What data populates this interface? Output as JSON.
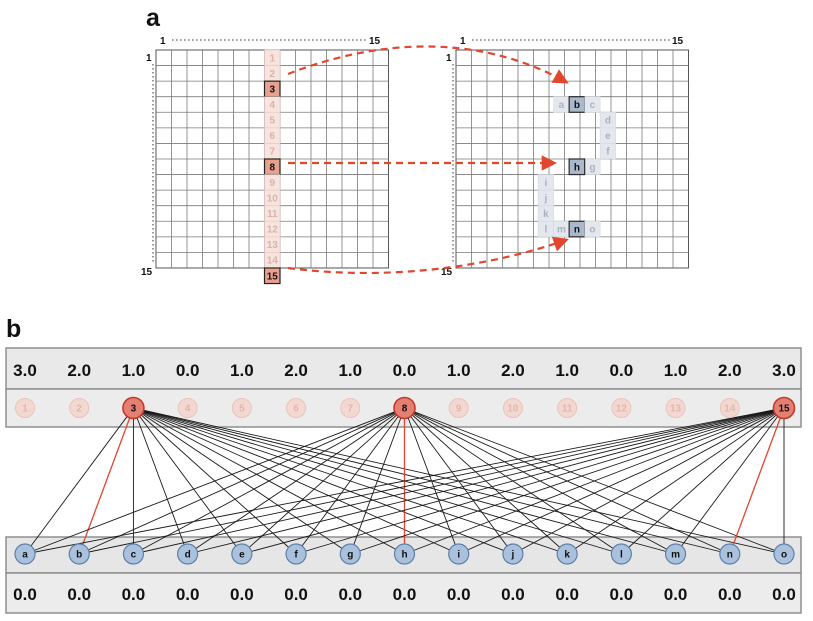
{
  "panel_a": {
    "label": "a",
    "axis": {
      "start": "1",
      "end": "15"
    },
    "left_column": [
      "1",
      "2",
      "3",
      "4",
      "5",
      "6",
      "7",
      "8",
      "9",
      "10",
      "11",
      "12",
      "13",
      "14",
      "15"
    ],
    "highlighted": [
      "3",
      "8",
      "15"
    ],
    "right_letters": [
      "a",
      "b",
      "c",
      "d",
      "e",
      "f",
      "g",
      "h",
      "i",
      "j",
      "k",
      "l",
      "m",
      "n",
      "o"
    ],
    "targets": [
      "b",
      "h",
      "n"
    ]
  },
  "panel_b": {
    "label": "b",
    "top_values": [
      "3.0",
      "2.0",
      "1.0",
      "0.0",
      "1.0",
      "2.0",
      "1.0",
      "0.0",
      "1.0",
      "2.0",
      "1.0",
      "0.0",
      "1.0",
      "2.0",
      "3.0"
    ],
    "top_nodes": [
      "1",
      "2",
      "3",
      "4",
      "5",
      "6",
      "7",
      "8",
      "9",
      "10",
      "11",
      "12",
      "13",
      "14",
      "15"
    ],
    "active_nodes": [
      "3",
      "8",
      "15"
    ],
    "bottom_nodes": [
      "a",
      "b",
      "c",
      "d",
      "e",
      "f",
      "g",
      "h",
      "i",
      "j",
      "k",
      "l",
      "m",
      "n",
      "o"
    ],
    "bottom_values": [
      "0.0",
      "0.0",
      "0.0",
      "0.0",
      "0.0",
      "0.0",
      "0.0",
      "0.0",
      "0.0",
      "0.0",
      "0.0",
      "0.0",
      "0.0",
      "0.0",
      "0.0"
    ]
  },
  "colors": {
    "red_arrow": "#e0472e",
    "highlight_fill": "#e9a08f",
    "faded_cell": "#f7e4df",
    "target_fill": "#aab8cc",
    "node_blue": "#a9c1dc",
    "node_red": "#e57f72",
    "row_bg": "#e9e9e9"
  }
}
